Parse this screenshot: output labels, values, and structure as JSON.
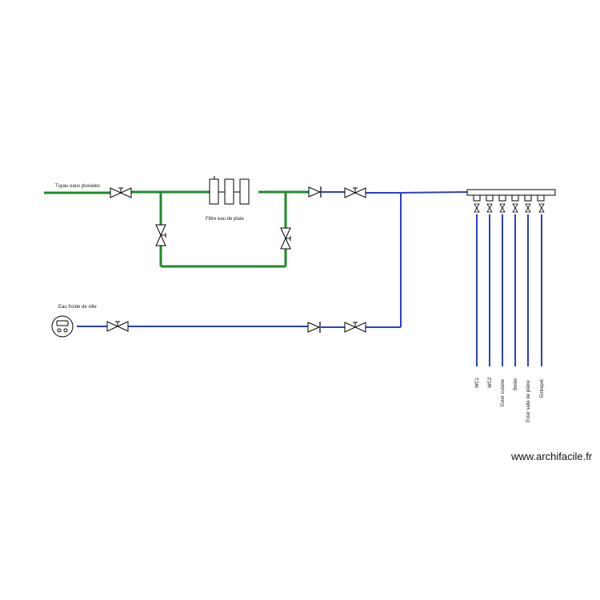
{
  "labels": {
    "rain_pipe": "Tuyau eaux pluviales",
    "rain_filter": "Filtre eau de pluie",
    "city_water": "Eau froide de ville"
  },
  "outlets": [
    "WC1",
    "WC2",
    "Evier cuisine",
    "Boiler",
    "Evier salle de plâtre",
    "Entrepot."
  ],
  "watermark": "www.archifacile.fr",
  "colors": {
    "rainwater_pipe": "#1e8c2a",
    "city_pipe": "#2a40c8",
    "symbol": "#000000"
  },
  "icons": {
    "valve": "gate-valve-icon",
    "check_valve": "check-valve-icon",
    "meter": "water-meter-icon",
    "filter": "filter-cartridge-icon",
    "manifold": "manifold-icon"
  }
}
